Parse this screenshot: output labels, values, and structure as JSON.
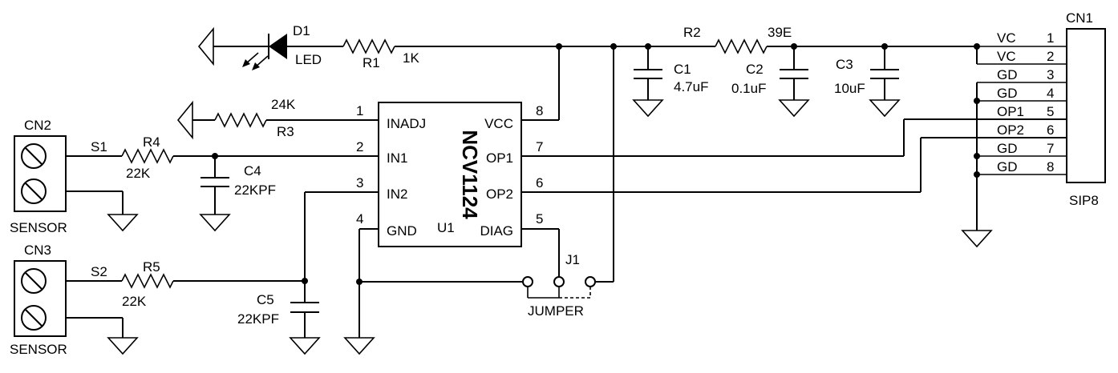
{
  "components": {
    "d1": {
      "ref": "D1",
      "value": "LED"
    },
    "r1": {
      "ref": "R1",
      "value": "1K"
    },
    "r2": {
      "ref": "R2",
      "value": "39E"
    },
    "r3": {
      "ref": "R3",
      "value": "24K"
    },
    "r4": {
      "ref": "R4",
      "value": "22K"
    },
    "r5": {
      "ref": "R5",
      "value": "22K"
    },
    "c1": {
      "ref": "C1",
      "value": "4.7uF"
    },
    "c2": {
      "ref": "C2",
      "value": "0.1uF"
    },
    "c3": {
      "ref": "C3",
      "value": "10uF"
    },
    "c4": {
      "ref": "C4",
      "value": "22KPF"
    },
    "c5": {
      "ref": "C5",
      "value": "22KPF"
    },
    "j1": {
      "ref": "J1",
      "value": "JUMPER"
    },
    "cn2": {
      "ref": "CN2",
      "value": "SENSOR",
      "net": "S1"
    },
    "cn3": {
      "ref": "CN3",
      "value": "SENSOR",
      "net": "S2"
    }
  },
  "u1": {
    "ref": "U1",
    "part": "NCV1124",
    "pins": [
      {
        "num": "1",
        "name": "INADJ"
      },
      {
        "num": "2",
        "name": "IN1"
      },
      {
        "num": "3",
        "name": "IN2"
      },
      {
        "num": "4",
        "name": "GND"
      },
      {
        "num": "5",
        "name": "DIAG"
      },
      {
        "num": "6",
        "name": "OP2"
      },
      {
        "num": "7",
        "name": "OP1"
      },
      {
        "num": "8",
        "name": "VCC"
      }
    ]
  },
  "cn1": {
    "ref": "CN1",
    "type": "SIP8",
    "pins": [
      {
        "num": "1",
        "net": "VC"
      },
      {
        "num": "2",
        "net": "VC"
      },
      {
        "num": "3",
        "net": "GD"
      },
      {
        "num": "4",
        "net": "GD"
      },
      {
        "num": "5",
        "net": "OP1"
      },
      {
        "num": "6",
        "net": "OP2"
      },
      {
        "num": "7",
        "net": "GD"
      },
      {
        "num": "8",
        "net": "GD"
      }
    ]
  }
}
